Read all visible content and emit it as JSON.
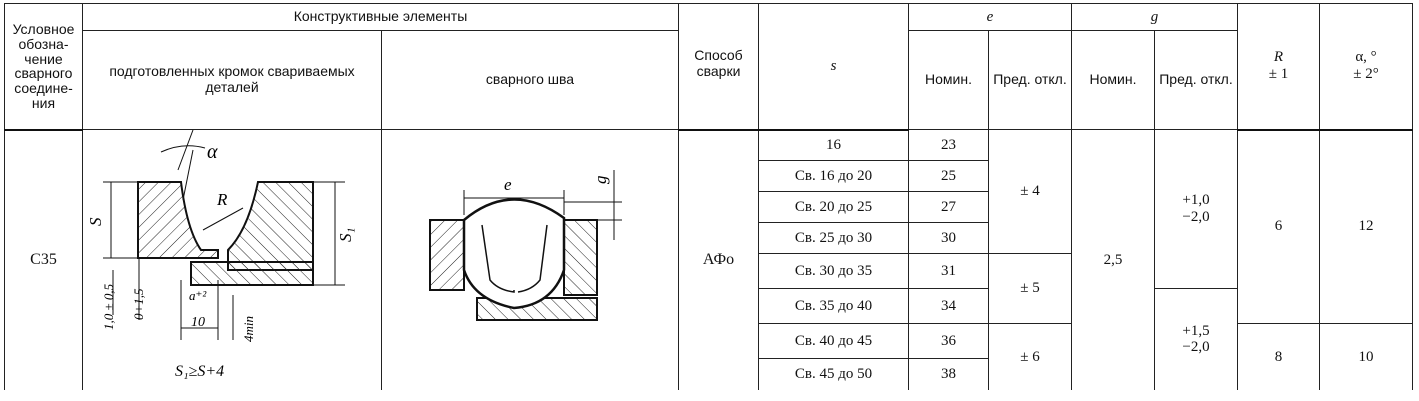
{
  "headers": {
    "designation": "Условное обозна- чение сварного соедине- ния",
    "constructive": "Конструктивные элементы",
    "prepared_edges": "подготовленных кромок свариваемых деталей",
    "weld_seam": "сварного шва",
    "welding_method": "Способ сварки",
    "s": "s",
    "e": "e",
    "g": "g",
    "nomin": "Номин.",
    "pred_otkl": "Пред. откл.",
    "r_label": "R",
    "r_tol": "± 1",
    "alpha_label": "α, °",
    "alpha_tol": "± 2°"
  },
  "row": {
    "designation": "С35",
    "method": "АФо",
    "s_values": [
      "16",
      "Св. 16 до 20",
      "Св. 20 до 25",
      "Св. 25 до 30",
      "Св. 30 до 35",
      "Св. 35 до 40",
      "Св. 40 до 45",
      "Св. 45 до 50"
    ],
    "e_nomin": [
      "23",
      "25",
      "27",
      "30",
      "31",
      "34",
      "36",
      "38"
    ],
    "e_tol": [
      "± 4",
      "± 5",
      "± 6"
    ],
    "g_nomin": "2,5",
    "g_tol": [
      [
        "+1,0",
        "−2,0"
      ],
      [
        "+1,5",
        "−2,0"
      ]
    ],
    "r": [
      "6",
      "8"
    ],
    "alpha": [
      "12",
      "10"
    ]
  },
  "drawing_labels": {
    "alpha": "α",
    "r": "R",
    "s": "S",
    "s1": "S₁",
    "tol_10": "1,0 ± 0,5",
    "tol_0": "0+1,5",
    "a2": "a⁺²",
    "ten": "10",
    "four_min": "4min",
    "s1_cond": "S₁≥S+4",
    "e": "e",
    "g": "g"
  }
}
